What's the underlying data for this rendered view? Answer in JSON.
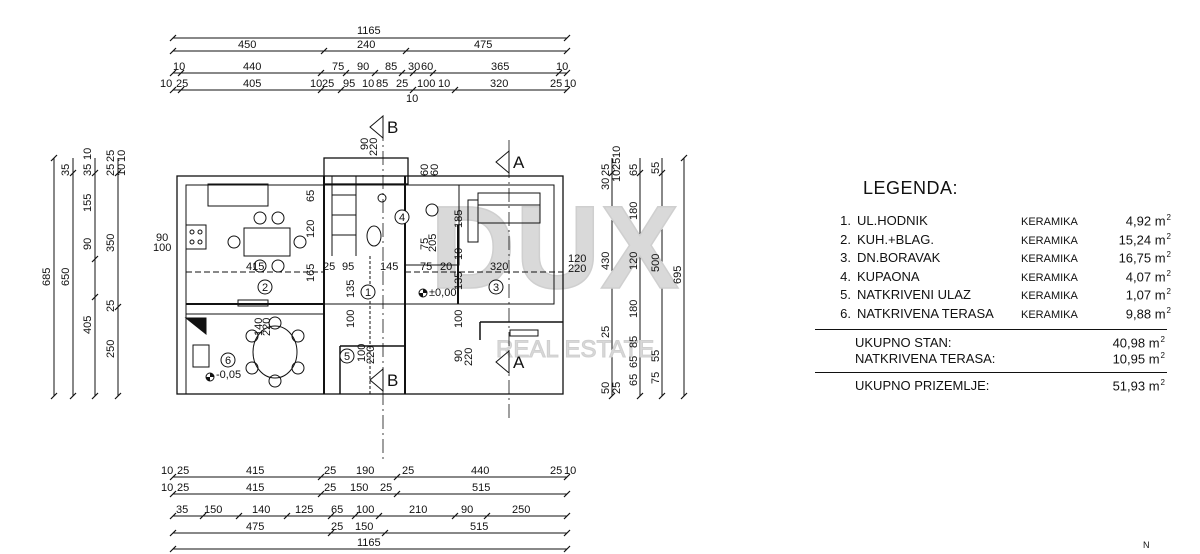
{
  "plan": {
    "top_dims": {
      "row1": [
        "1165"
      ],
      "row2": [
        "450",
        "240",
        "475"
      ],
      "row3": [
        "10",
        "440",
        "75",
        "90",
        "85",
        "30",
        "60",
        "365",
        "10"
      ],
      "row4": [
        "10",
        "25",
        "405",
        "10",
        "25",
        "95",
        "10",
        "85",
        "25",
        "100",
        "10",
        "320",
        "25",
        "10"
      ],
      "row4_extra": [
        "10"
      ]
    },
    "bottom_dims": {
      "row1": [
        "10",
        "25",
        "415",
        "25",
        "190",
        "25",
        "440",
        "25",
        "10"
      ],
      "row2": [
        "10",
        "25",
        "415",
        "25",
        "150",
        "25",
        "515"
      ],
      "row3": [
        "35",
        "150",
        "140",
        "125",
        "65",
        "100",
        "210",
        "90",
        "250"
      ],
      "row4": [
        "475",
        "25",
        "150",
        "515"
      ],
      "row5": [
        "1165"
      ]
    },
    "left_dims": [
      "685",
      "650",
      "35",
      "35",
      "10",
      "25",
      "25",
      "10",
      "10",
      "155",
      "90",
      "350",
      "25",
      "405",
      "250"
    ],
    "right_dims": [
      "25",
      "30",
      "25",
      "10",
      "65",
      "55",
      "180",
      "430",
      "120",
      "500",
      "695",
      "180",
      "25",
      "50",
      "25",
      "65",
      "85",
      "75",
      "65",
      "55",
      "10"
    ],
    "interior_dims": [
      "90",
      "100",
      "65",
      "120",
      "415",
      "165",
      "25",
      "95",
      "145",
      "75",
      "20",
      "320",
      "135",
      "10",
      "185",
      "75",
      "205",
      "135",
      "100",
      "100",
      "140",
      "220",
      "90",
      "220",
      "60",
      "60",
      "90",
      "220",
      "100",
      "220",
      "120",
      "220"
    ],
    "levels": [
      "±0,00",
      "-0,05"
    ],
    "sections": [
      "B",
      "B",
      "A",
      "A"
    ],
    "rooms": [
      "1",
      "2",
      "3",
      "4",
      "5",
      "6"
    ],
    "watermark": {
      "brand": "DUX",
      "sub": "REAL ESTATE"
    }
  },
  "legend": {
    "title": "LEGENDA:",
    "items": [
      {
        "num": "1.",
        "name": "UL.HODNIK",
        "material": "KERAMIKA",
        "area": "4,92 m",
        "unit_sup": "2"
      },
      {
        "num": "2.",
        "name": "KUH.+BLAG.",
        "material": "KERAMIKA",
        "area": "15,24 m",
        "unit_sup": "2"
      },
      {
        "num": "3.",
        "name": "DN.BORAVAK",
        "material": "KERAMIKA",
        "area": "16,75 m",
        "unit_sup": "2"
      },
      {
        "num": "4.",
        "name": "KUPAONA",
        "material": "KERAMIKA",
        "area": "4,07 m",
        "unit_sup": "2"
      },
      {
        "num": "5.",
        "name": "NATKRIVENI ULAZ",
        "material": "KERAMIKA",
        "area": "1,07 m",
        "unit_sup": "2"
      },
      {
        "num": "6.",
        "name": "NATKRIVENA TERASA",
        "material": "KERAMIKA",
        "area": "9,88 m",
        "unit_sup": "2"
      }
    ],
    "totals": [
      {
        "name": "UKUPNO STAN:",
        "area": "40,98 m",
        "unit_sup": "2"
      },
      {
        "name": "NATKRIVENA TERASA:",
        "area": "10,95 m",
        "unit_sup": "2"
      }
    ],
    "grand_total": {
      "name": "UKUPNO PRIZEMLJE:",
      "area": "51,93 m",
      "unit_sup": "2"
    }
  },
  "north": "N"
}
